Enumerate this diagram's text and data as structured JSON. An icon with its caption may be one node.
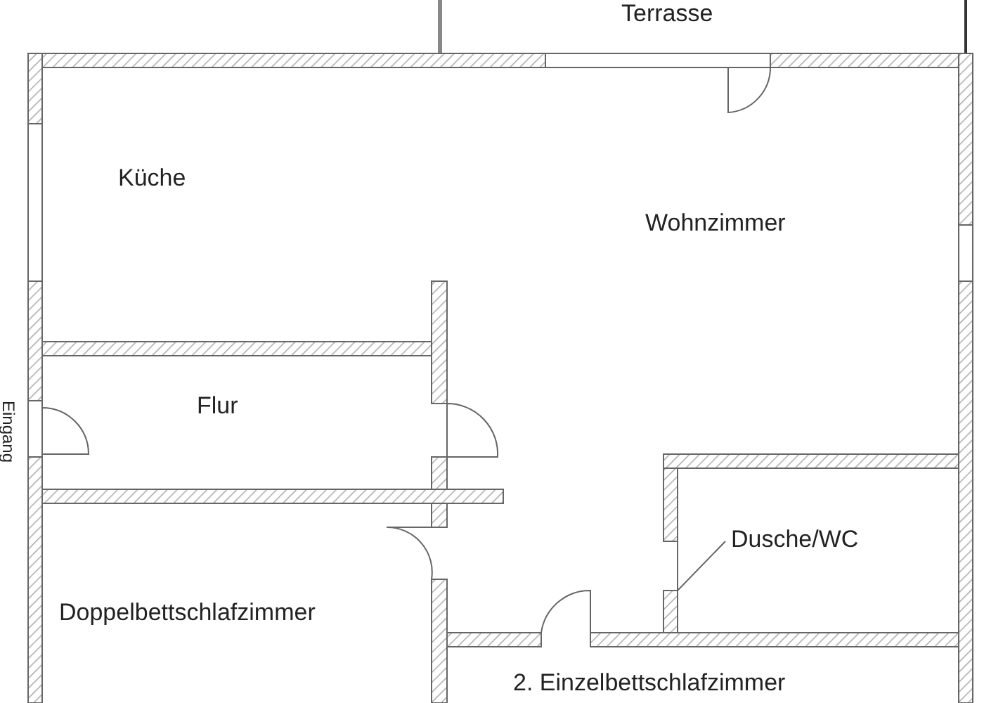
{
  "diagram": {
    "nodes": [
      {
        "text": [
          "Terrasse"
        ]
      },
      {
        "text": [
          "Küche"
        ]
      },
      {
        "text": [
          "Wohnzimmer"
        ]
      },
      {
        "text": [
          "Flur"
        ]
      },
      {
        "text": [
          "Dusche/WC"
        ]
      },
      {
        "text": [
          "Doppelbettschlafzimmer"
        ]
      },
      {
        "text": [
          "2. Einzelbettschlafzimmer"
        ]
      }
    ],
    "labels": [
      "Eingang"
    ]
  }
}
